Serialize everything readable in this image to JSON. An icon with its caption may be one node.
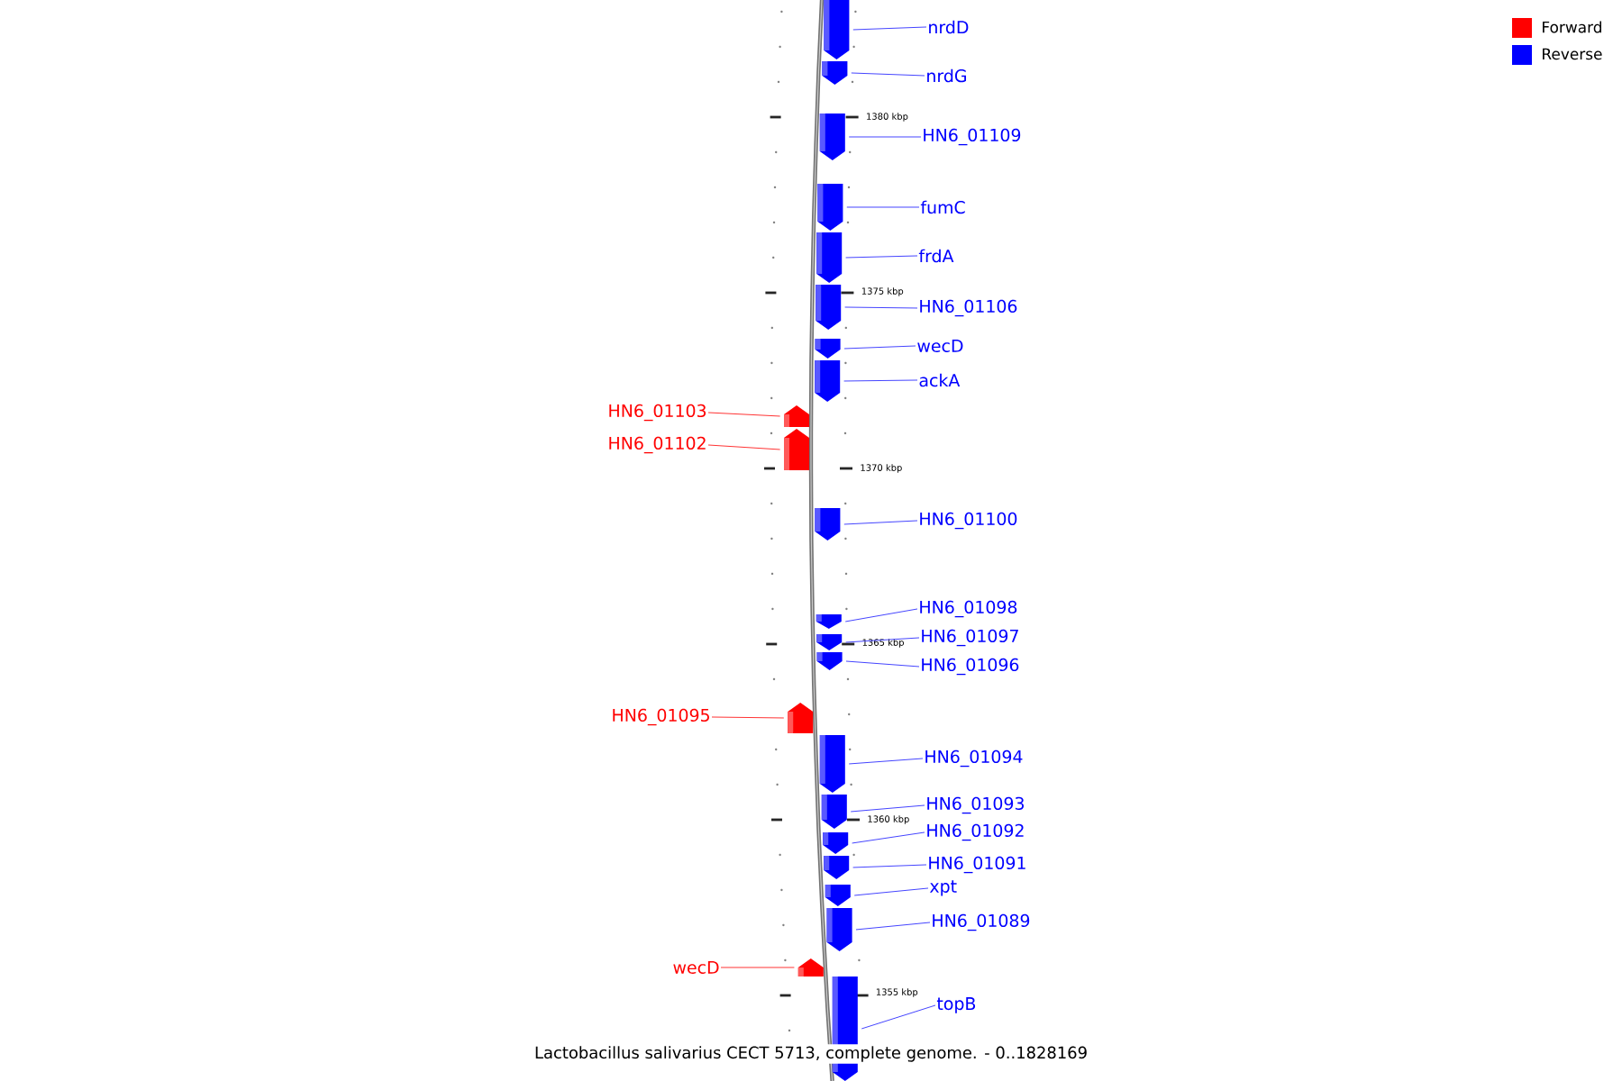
{
  "diagram": {
    "caption": "Lactobacillus salivarius CECT 5713, complete genome. - 0..1828169",
    "nodes": [
      {
        "text": [
          "nrdD"
        ]
      },
      {
        "text": [],
        "shape": "arrow"
      },
      {
        "text": [
          "nrdG"
        ]
      },
      {
        "text": [],
        "shape": "arrow"
      },
      {
        "text": [
          "HN6_01109"
        ]
      },
      {
        "text": [],
        "shape": "arrow"
      },
      {
        "text": [
          "fumC"
        ]
      },
      {
        "text": [],
        "shape": "arrow"
      },
      {
        "text": [
          "frdA"
        ]
      },
      {
        "text": [],
        "shape": "arrow"
      },
      {
        "text": [
          "HN6_01106"
        ]
      },
      {
        "text": [],
        "shape": "arrow"
      },
      {
        "text": [
          "wecD"
        ]
      },
      {
        "text": [],
        "shape": "arrow"
      },
      {
        "text": [
          "ackA"
        ]
      },
      {
        "text": [],
        "shape": "arrow"
      },
      {
        "text": [
          "HN6_01103"
        ]
      },
      {
        "text": [],
        "shape": "arrow"
      },
      {
        "text": [
          "HN6_01102"
        ]
      },
      {
        "text": [],
        "shape": "arrow"
      },
      {
        "text": [
          "HN6_01100"
        ]
      },
      {
        "text": [],
        "shape": "arrow"
      },
      {
        "text": [
          "HN6_01098"
        ]
      },
      {
        "text": [],
        "shape": "arrow"
      },
      {
        "text": [
          "HN6_01097"
        ]
      },
      {
        "text": [],
        "shape": "arrow"
      },
      {
        "text": [
          "HN6_01096"
        ]
      },
      {
        "text": [],
        "shape": "arrow"
      },
      {
        "text": [
          "HN6_01095"
        ]
      },
      {
        "text": [],
        "shape": "arrow"
      },
      {
        "text": [
          "HN6_01094"
        ]
      },
      {
        "text": [],
        "shape": "arrow"
      },
      {
        "text": [
          "HN6_01093"
        ]
      },
      {
        "text": [],
        "shape": "arrow"
      },
      {
        "text": [
          "HN6_01092"
        ]
      },
      {
        "text": [],
        "shape": "arrow"
      },
      {
        "text": [
          "HN6_01091"
        ]
      },
      {
        "text": [],
        "shape": "arrow"
      },
      {
        "text": [
          "xpt"
        ]
      },
      {
        "text": [],
        "shape": "arrow"
      },
      {
        "text": [
          "HN6_01089"
        ]
      },
      {
        "text": [],
        "shape": "arrow"
      },
      {
        "text": [
          "wecD"
        ]
      },
      {
        "text": [],
        "shape": "arrow"
      },
      {
        "text": [
          "topB"
        ]
      },
      {
        "text": [],
        "shape": "arrow"
      }
    ],
    "edges": [
      {
        "from": 0,
        "to": 1,
        "arrow": "none"
      },
      {
        "from": 2,
        "to": 3,
        "arrow": "none"
      },
      {
        "from": 4,
        "to": 5,
        "arrow": "none"
      },
      {
        "from": 6,
        "to": 7,
        "arrow": "none"
      },
      {
        "from": 8,
        "to": 9,
        "arrow": "none"
      },
      {
        "from": 10,
        "to": 11,
        "arrow": "none"
      },
      {
        "from": 12,
        "to": 13,
        "arrow": "none"
      },
      {
        "from": 14,
        "to": 15,
        "arrow": "none"
      },
      {
        "from": 16,
        "to": 17,
        "arrow": "none",
        "color": "#ff3333"
      },
      {
        "from": 18,
        "to": 19,
        "arrow": "none",
        "color": "#ff3333"
      },
      {
        "from": 20,
        "to": 21,
        "arrow": "none"
      },
      {
        "from": 22,
        "to": 23,
        "arrow": "none"
      },
      {
        "from": 24,
        "to": 25,
        "arrow": "none"
      },
      {
        "from": 26,
        "to": 27,
        "arrow": "none"
      },
      {
        "from": 28,
        "to": 29,
        "arrow": "none",
        "color": "#ff3333"
      },
      {
        "from": 30,
        "to": 31,
        "arrow": "none"
      },
      {
        "from": 32,
        "to": 33,
        "arrow": "none"
      },
      {
        "from": 34,
        "to": 35,
        "arrow": "none"
      },
      {
        "from": 36,
        "to": 37,
        "arrow": "none"
      },
      {
        "from": 38,
        "to": 39,
        "arrow": "none"
      },
      {
        "from": 40,
        "to": 41,
        "arrow": "none"
      },
      {
        "from": 42,
        "to": 43,
        "arrow": "none",
        "color": "#ff3333"
      },
      {
        "from": 44,
        "to": 45,
        "arrow": "none"
      }
    ],
    "labels": [
      "1380 kbp",
      "1375 kbp",
      "1370 kbp",
      "1365 kbp",
      "1360 kbp",
      "1355 kbp"
    ],
    "legend": [
      {
        "text": "Forward",
        "color": "#ff0000"
      },
      {
        "text": "Reverse",
        "color": "#0000ff"
      }
    ]
  }
}
